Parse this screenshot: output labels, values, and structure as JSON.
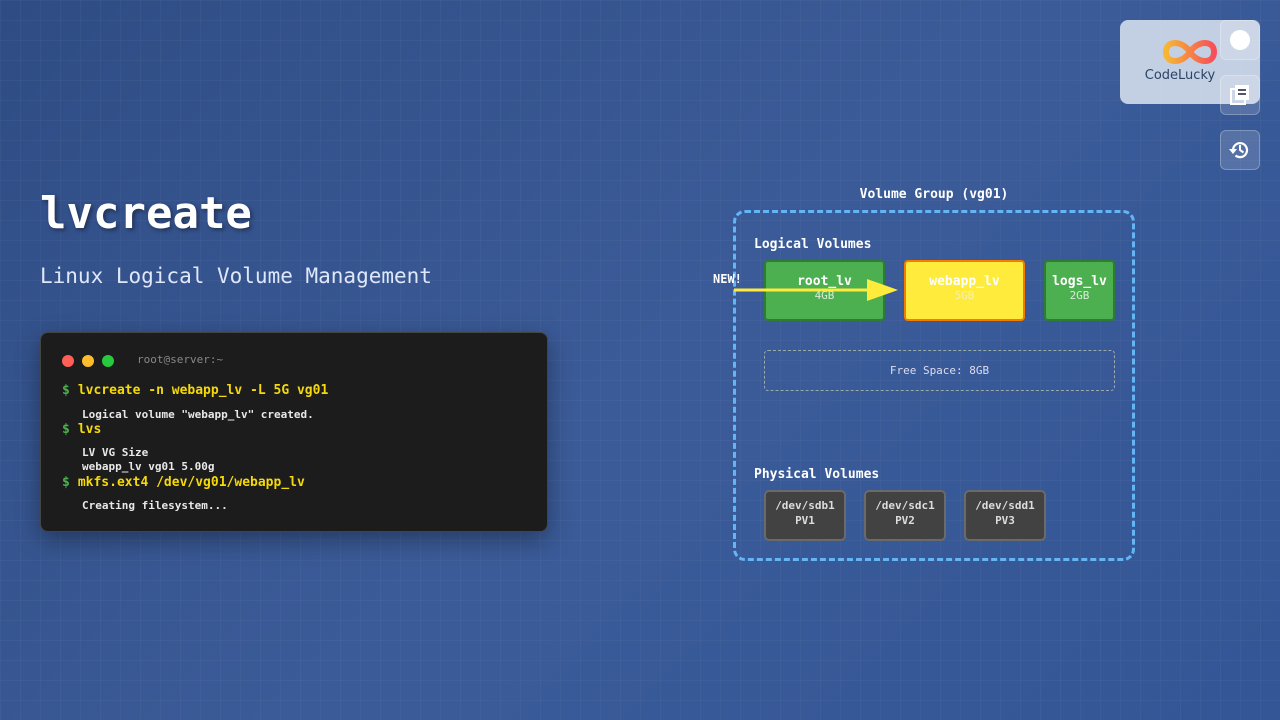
{
  "header": {
    "title": "lvcreate",
    "subtitle": "Linux Logical Volume Management"
  },
  "terminal": {
    "title": "root@server:~",
    "prompt": "$",
    "lines": [
      {
        "cmd": "lvcreate -n webapp_lv -L 5G vg01",
        "out": [
          "Logical volume \"webapp_lv\" created."
        ]
      },
      {
        "cmd": "lvs",
        "out": [
          "LV VG Size",
          "webapp_lv vg01 5.00g"
        ]
      },
      {
        "cmd": "mkfs.ext4 /dev/vg01/webapp_lv",
        "out": [
          "Creating filesystem..."
        ]
      }
    ]
  },
  "diagram": {
    "vg_label": "Volume Group (vg01)",
    "lv_heading": "Logical Volumes",
    "new_label": "NEW!",
    "lvs": [
      {
        "name": "root_lv",
        "size": "4GB"
      },
      {
        "name": "webapp_lv",
        "size": "5GB"
      },
      {
        "name": "logs_lv",
        "size": "2GB"
      }
    ],
    "free": "Free Space: 8GB",
    "pv_heading": "Physical Volumes",
    "pvs": [
      {
        "dev": "/dev/sdb1",
        "label": "PV1"
      },
      {
        "dev": "/dev/sdc1",
        "label": "PV2"
      },
      {
        "dev": "/dev/sdd1",
        "label": "PV3"
      }
    ]
  },
  "logo": {
    "text": "CodeLucky"
  },
  "colors": {
    "green": "#4caf50",
    "yellow": "#ffeb3b",
    "border": "#64b5f6",
    "cmd": "#f5d90a"
  },
  "icons": [
    "circle-icon",
    "notes-icon",
    "history-icon"
  ]
}
